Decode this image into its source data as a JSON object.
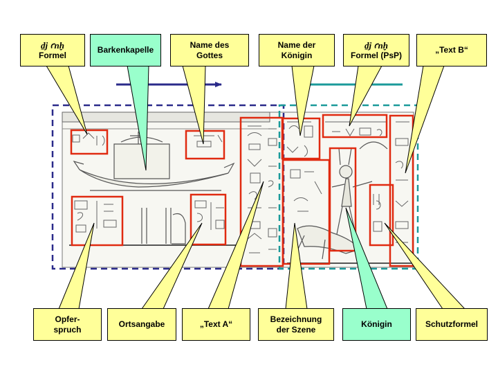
{
  "colors": {
    "yellow_label": "#ffff99",
    "green_label": "#99ffcc",
    "highlight_red": "#e02a10",
    "arrow_left_blue": "#2a2a8a",
    "arrow_right_teal": "#1a9a9a",
    "frame_left_dashed": "#2a2a8a",
    "frame_right_dashed": "#1a9a9a"
  },
  "labels": {
    "dj_anch_formel": {
      "line1": "ḏj ꜥnḫ",
      "line2": "Formel"
    },
    "barkenkapelle": {
      "line1": "Barkenkapelle"
    },
    "name_des_gottes": {
      "line1": "Name des",
      "line2": "Gottes"
    },
    "name_der_koenigin": {
      "line1": "Name der",
      "line2": "Königin"
    },
    "dj_anch_formel_psp": {
      "line1": "ḏj ꜥnḫ",
      "line2": "Formel (PsP)"
    },
    "text_b": {
      "line1": "„Text B“"
    },
    "opferspruch": {
      "line1": "Opfer-",
      "line2": "spruch"
    },
    "ortsangabe": {
      "line1": "Ortsangabe"
    },
    "text_a": {
      "line1": "„Text A“"
    },
    "bezeichnung_der_szene": {
      "line1": "Bezeichnung",
      "line2": "der Szene"
    },
    "koenigin": {
      "line1": "Königin"
    },
    "schutzformel": {
      "line1": "Schutzformel"
    }
  }
}
